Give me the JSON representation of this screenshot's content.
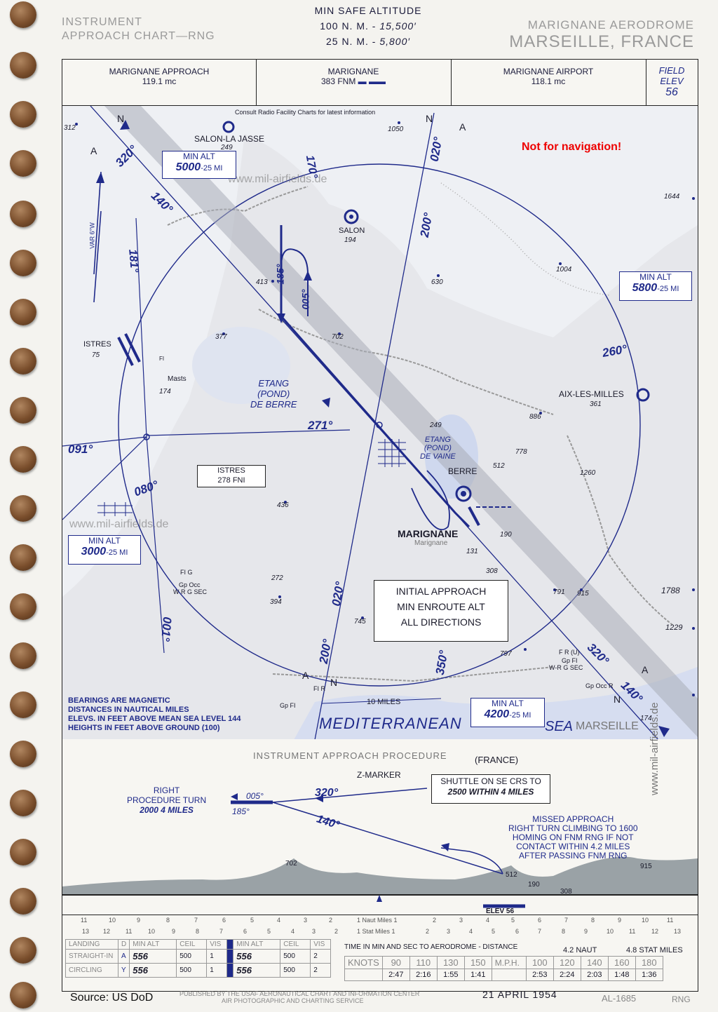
{
  "header": {
    "chart_type_line1": "INSTRUMENT",
    "chart_type_line2": "APPROACH CHART—RNG",
    "msa_title": "MIN SAFE ALTITUDE",
    "msa_100_label": "100 N. M. -",
    "msa_100_value": "15,500′",
    "msa_25_label": "25 N. M. -",
    "msa_25_value": "5,800′",
    "aerodrome": "MARIGNANE AERODROME",
    "city": "MARSEILLE, FRANCE"
  },
  "freqs": {
    "approach_name": "MARIGNANE APPROACH",
    "approach_freq": "119.1 mc",
    "range_name": "MARIGNANE",
    "range_freq": "383 FNM",
    "airport_name": "MARIGNANE AIRPORT",
    "airport_freq": "118.1 mc",
    "field_elev_label1": "FIELD",
    "field_elev_label2": "ELEV",
    "field_elev_value": "56"
  },
  "map": {
    "consult_note": "Consult Radio Facility Charts for latest information",
    "not_for_nav": "Not for navigation!",
    "watermark": "www.mil-airfields.de",
    "minalt_nw": {
      "title": "MIN ALT",
      "value": "5000",
      "suffix": "-25 MI"
    },
    "minalt_ne": {
      "title": "MIN ALT",
      "value": "5800",
      "suffix": "-25 MI"
    },
    "minalt_w": {
      "title": "MIN ALT",
      "value": "3000",
      "suffix": "-25 MI"
    },
    "minalt_s": {
      "title": "MIN ALT",
      "value": "4200",
      "suffix": "-25 MI"
    },
    "initial_approach": [
      "INITIAL APPROACH",
      "MIN ENROUTE ALT",
      "ALL DIRECTIONS"
    ],
    "istres_box": {
      "name": "ISTRES",
      "freq": "278 FNI"
    },
    "places": {
      "salon_jasse": "SALON-LA JASSE",
      "salon_jasse_elev": "249",
      "salon": "SALON",
      "salon_elev": "194",
      "istres": "ISTRES",
      "istres_elev": "75",
      "etang_berre": [
        "ETANG",
        "(POND)",
        "DE BERRE"
      ],
      "etang_vaine": [
        "ETANG",
        "(POND)",
        "DE VAINE"
      ],
      "berre": "BERRE",
      "marignane": "MARIGNANE",
      "marignane_small": "Marignane",
      "aix": "AIX-LES-MILLES",
      "aix_elev": "361",
      "mediterranean": "MEDITERRANEAN",
      "sea": "SEA",
      "marseille": "MARSEILLE",
      "masts": "Masts",
      "ten_miles": "10 MILES"
    },
    "elevations": [
      "312",
      "1050",
      "1644",
      "1004",
      "630",
      "413",
      "702",
      "377",
      "174",
      "886",
      "249",
      "778",
      "512",
      "1260",
      "436",
      "190",
      "131",
      "308",
      "272",
      "394",
      "791",
      "915",
      "1788",
      "1229",
      "745",
      "797",
      "144",
      "174"
    ],
    "courses": [
      "320°",
      "140°",
      "170°",
      "185°",
      "005°",
      "181°",
      "020°",
      "200°",
      "260°",
      "271°",
      "091°",
      "080°",
      "001°",
      "350°",
      "020°",
      "200°",
      "320°",
      "140°"
    ],
    "legend": [
      "BEARINGS ARE MAGNETIC",
      "DISTANCES IN NAUTICAL MILES",
      "ELEVS. IN FEET ABOVE MEAN SEA LEVEL 144",
      "HEIGHTS IN FEET ABOVE GROUND (100)"
    ],
    "var": "VAR 6°W",
    "lights": {
      "fi": "FI",
      "fig": "FI G",
      "gpocc": "Gp Occ",
      "wrgsec": "W R G SEC",
      "fr": "F R (U)",
      "gpfi": "Gp FI",
      "wrgsec2": "W-R G SEC",
      "gpoccr": "Gp Occ R",
      "gpfi2": "Gp FI",
      "fir": "FI R"
    }
  },
  "profile": {
    "title": "INSTRUMENT APPROACH PROCEDURE",
    "country": "(FRANCE)",
    "z_marker": "Z-MARKER",
    "shuttle": [
      "SHUTTLE ON SE CRS TO",
      "2500 WITHIN 4 MILES"
    ],
    "proc_turn": [
      "RIGHT",
      "PROCEDURE TURN",
      "2000 4 MILES"
    ],
    "c005": "005°",
    "c185": "185°",
    "c320": "320°",
    "c140": "140°",
    "missed": [
      "MISSED APPROACH",
      "RIGHT TURN CLIMBING TO 1600",
      "HOMING ON FNM RNG IF NOT",
      "CONTACT WITHIN 4.2 MILES",
      "AFTER PASSING FNM RNG"
    ],
    "e702": "702",
    "e512": "512",
    "e190": "190",
    "e915": "915",
    "e308": "308",
    "elev": "ELEV 56",
    "side_watermark": "www.mil-airfields.de"
  },
  "scale": {
    "naut_left": [
      "11",
      "10",
      "9",
      "8",
      "7",
      "6",
      "5",
      "4",
      "3",
      "2",
      "1 Naut Miles 1",
      "2",
      "3",
      "4",
      "5",
      "6",
      "7",
      "8",
      "9",
      "10",
      "11"
    ],
    "stat_left": [
      "13",
      "12",
      "11",
      "10",
      "9",
      "8",
      "7",
      "6",
      "5",
      "4",
      "3",
      "2",
      "1 Stat Miles 1",
      "2",
      "3",
      "4",
      "5",
      "6",
      "7",
      "8",
      "9",
      "10",
      "11",
      "12",
      "13"
    ]
  },
  "minima": {
    "headers": [
      "LANDING",
      "D",
      "MIN ALT",
      "CEIL",
      "VIS",
      "",
      "MIN ALT",
      "CEIL",
      "VIS"
    ],
    "rows": [
      {
        "name": "STRAIGHT-IN",
        "code": "A",
        "alt1": "556",
        "ceil1": "500",
        "vis1": "1",
        "alt2": "556",
        "ceil2": "500",
        "vis2": "2"
      },
      {
        "name": "CIRCLING",
        "code": "Y",
        "alt1": "556",
        "ceil1": "500",
        "vis1": "1",
        "alt2": "556",
        "ceil2": "500",
        "vis2": "2"
      }
    ],
    "time_title": "TIME IN MIN AND SEC TO AERODROME - DISTANCE",
    "naut_dist": "4.2",
    "naut_unit": "NAUT",
    "stat_dist": "4.8",
    "stat_unit": "STAT MILES",
    "knots_label": "KNOTS",
    "mph_label": "M.P.H.",
    "knots": [
      "90",
      "110",
      "130",
      "150"
    ],
    "knots_times": [
      "2:47",
      "2:16",
      "1:55",
      "1:41"
    ],
    "mph": [
      "100",
      "120",
      "140",
      "160",
      "180"
    ],
    "mph_times": [
      "2:53",
      "2:24",
      "2:03",
      "1:48",
      "1:36"
    ]
  },
  "footer": {
    "source": "Source: US DoD",
    "published": "PUBLISHED BY THE USAF AERONAUTICAL CHART AND INFORMATION CENTER",
    "service": "AIR PHOTOGRAPHIC AND CHARTING SERVICE",
    "date": "21 APRIL 1954",
    "chart_no": "AL-1685",
    "rng": "RNG"
  }
}
